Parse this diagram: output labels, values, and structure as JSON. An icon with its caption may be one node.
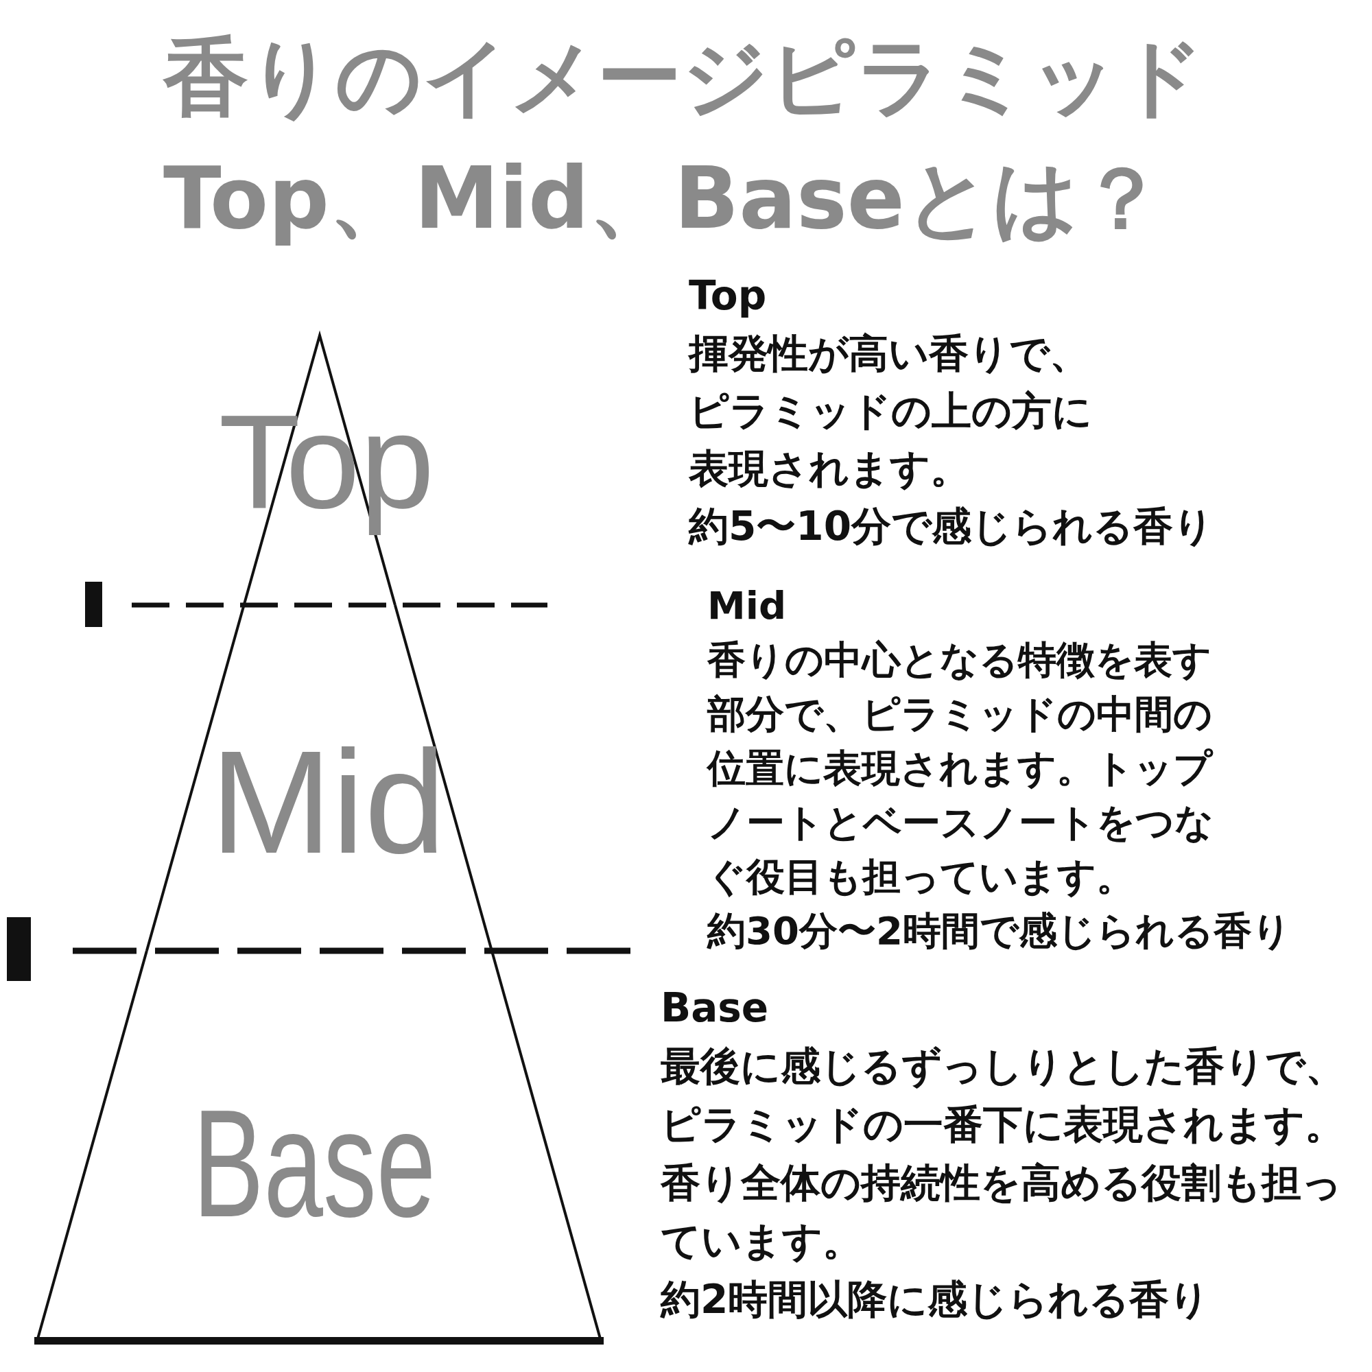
{
  "diagram": {
    "title": "香りのイメージピラミッドTop、Mid、Baseとは？",
    "nodes": [
      {
        "text": [
          "Top"
        ],
        "beside": [
          "Top",
          "揮発性が高い香りで、ピラミッドの上の方に表現されます。",
          "約5〜10分で感じられる香り"
        ]
      },
      {
        "text": [
          "Mid"
        ],
        "beside": [
          "Mid",
          "香りの中心となる特徴を表す部分で、ピラミッドの中間の位置に表現されます。トップノートとベースノートをつなぐ役目も担っています。",
          "約30分〜2時間で感じられる香り"
        ]
      },
      {
        "text": [
          "Base"
        ],
        "beside": [
          "Base",
          "最後に感じるずっしりとした香りで、ピラミッドの一番下に表現されます。香り全体の持続性を高める役割も担っています。",
          "約2時間以降に感じられる香り"
        ]
      }
    ]
  }
}
